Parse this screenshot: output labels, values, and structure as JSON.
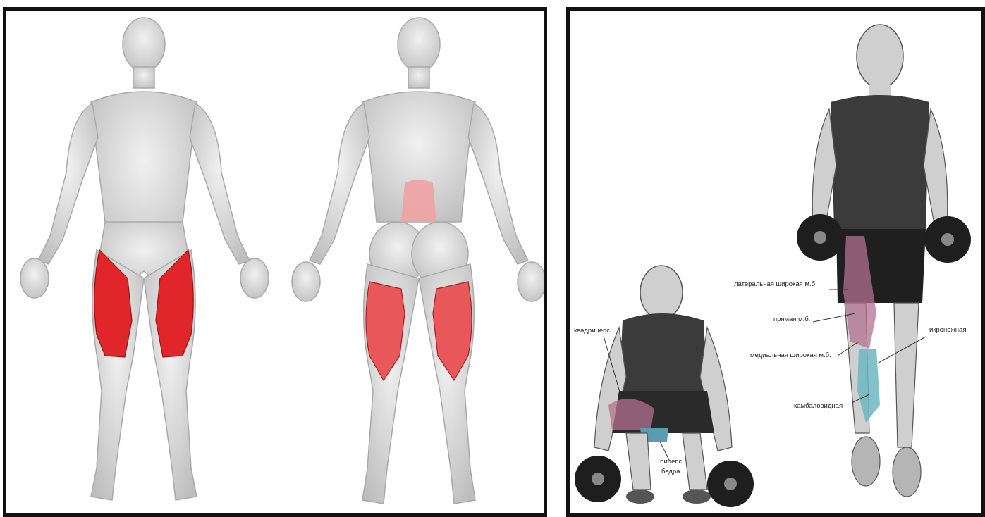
{
  "colors": {
    "frame": "#111111",
    "body_grey": "#d9d9d9",
    "muscle_red": "#e0262b",
    "muscle_red_back": "#e8575a",
    "lower_back": "#f0a2a4",
    "quad_purple": "#b3708f",
    "calf_teal": "#6fb7c2",
    "hamstring_blue": "#5a9db0"
  },
  "left_panel": {
    "figures": [
      "anterior-body",
      "posterior-body"
    ]
  },
  "right_panel": {
    "labels": {
      "quadriceps": "квадрицепс",
      "biceps_femoris_1": "бицепс",
      "biceps_femoris_2": "бедра",
      "vastus_lateralis": "латеральная широкая м.б.",
      "rectus_femoris": "прямая м.б.",
      "vastus_medialis": "медиальная широкая м.б.",
      "gastrocnemius": "икроножная",
      "soleus": "камбаловидная"
    }
  }
}
